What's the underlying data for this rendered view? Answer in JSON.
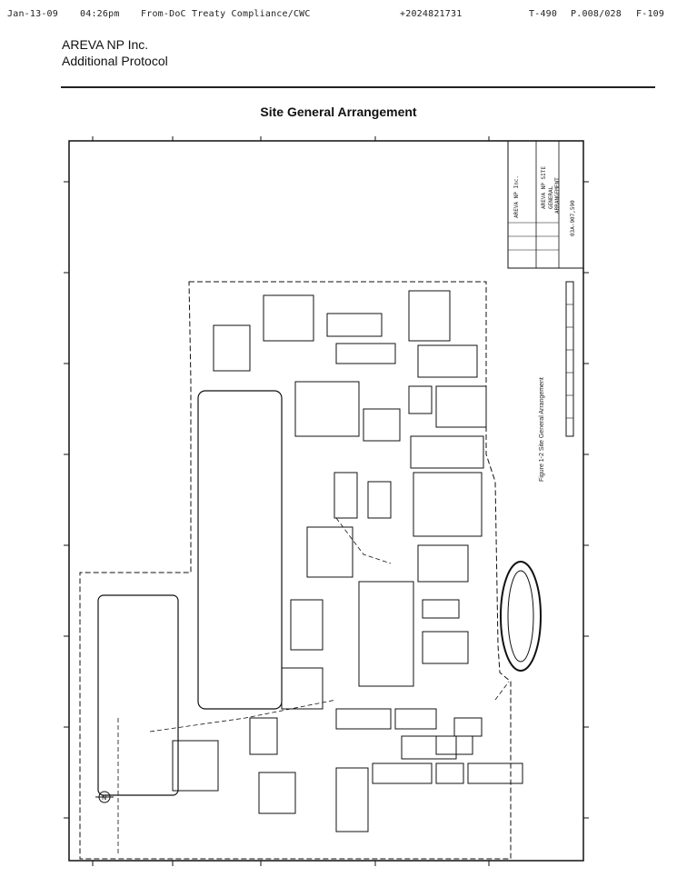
{
  "fax_header": {
    "date": "Jan-13-09",
    "time": "04:26pm",
    "from": "From-DoC Treaty Compliance/CWC",
    "phone": "+2024821731",
    "job": "T-490",
    "page": "P.008/028",
    "form": "F-109"
  },
  "company": {
    "name": "AREVA NP Inc.",
    "subtitle": "Additional Protocol"
  },
  "document": {
    "title": "Site General Arrangement"
  },
  "drawing": {
    "figure_caption": "Figure 1-2 Site General Arrangement",
    "title_block": {
      "line1": "AREVA NP Inc.",
      "line2": "AREVA NP SITE",
      "line3": "GENERAL",
      "line4": "ARRANGEMENT",
      "drawing_no": "03A-907,590"
    },
    "north_arrow_label": "N"
  }
}
